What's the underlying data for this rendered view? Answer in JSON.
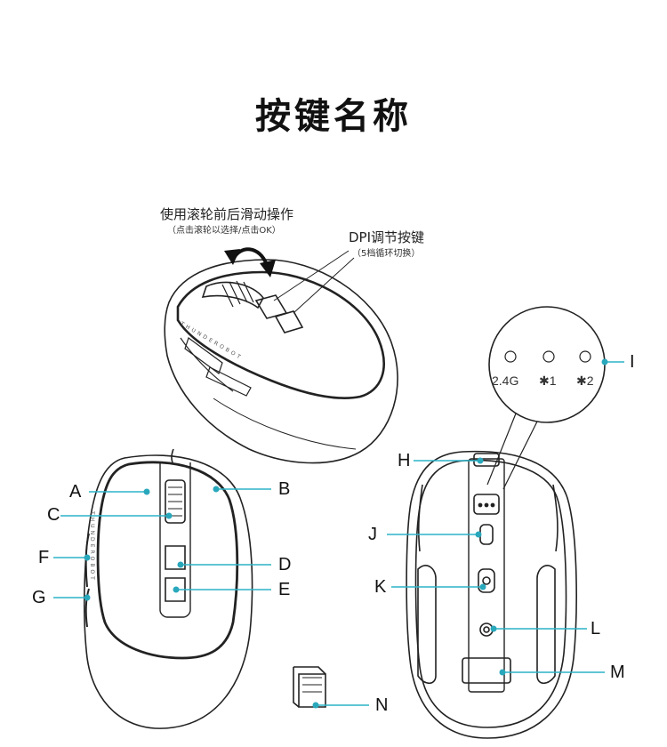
{
  "title": "按键名称",
  "scroll_note": {
    "main": "使用滚轮前后滑动操作",
    "sub": "（点击滚轮以选择/点击OK）"
  },
  "dpi_note": {
    "main": "DPI调节按键",
    "sub": "（5档循环切换）"
  },
  "brand_mark": "THUNDEROBOT",
  "leds": [
    {
      "label": "2.4G"
    },
    {
      "label": "✱1"
    },
    {
      "label": "✱2"
    }
  ],
  "callouts": {
    "A": "A",
    "B": "B",
    "C": "C",
    "D": "D",
    "E": "E",
    "F": "F",
    "G": "G",
    "H": "H",
    "I": "I",
    "J": "J",
    "K": "K",
    "L": "L",
    "M": "M",
    "N": "N"
  },
  "colors": {
    "leader_line": "#2bb3c7",
    "dot": "#29a8bc",
    "outline": "#222222"
  }
}
